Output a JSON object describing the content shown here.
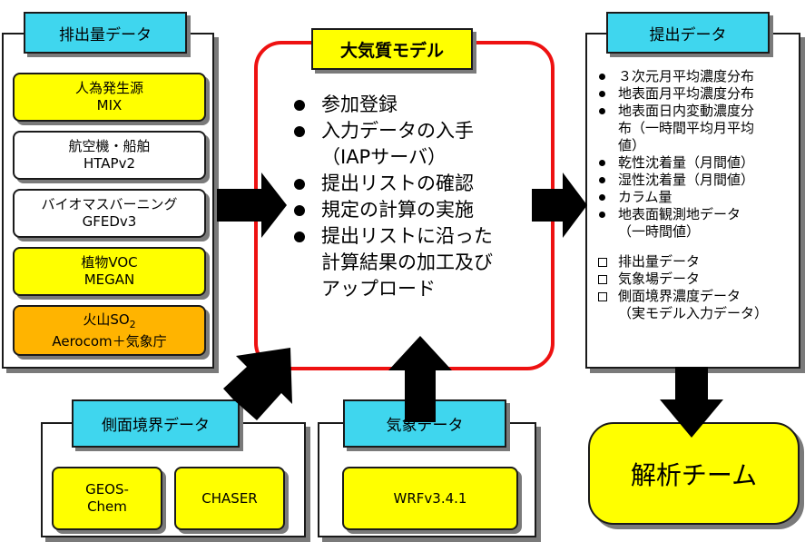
{
  "emission": {
    "header": "排出量データ",
    "items": [
      {
        "line1": "人為発生源",
        "line2": "MIX",
        "color": "#ffff00"
      },
      {
        "line1": "航空機・船舶",
        "line2": "HTAPv2",
        "color": "#ffffff"
      },
      {
        "line1": "バイオマスバーニング",
        "line2": "GFEDv3",
        "color": "#ffffff"
      },
      {
        "line1": "植物VOC",
        "line2": "MEGAN",
        "color": "#ffff00"
      },
      {
        "line1_main": "火山SO",
        "line1_sub": "2",
        "line2": "Aerocom＋気象庁",
        "color": "#ffb400"
      }
    ]
  },
  "model": {
    "header": "大気質モデル",
    "items": [
      {
        "l1": "参加登録"
      },
      {
        "l1": "入力データの入手",
        "l2": "（IAPサーバ）"
      },
      {
        "l1": "提出リストの確認"
      },
      {
        "l1": "規定の計算の実施"
      },
      {
        "l1": "提出リストに沿った",
        "l2": "計算結果の加工及び",
        "l3": "アップロード"
      }
    ]
  },
  "output": {
    "header": "提出データ",
    "bullets": [
      {
        "l1": "３次元月平均濃度分布"
      },
      {
        "l1": "地表面月平均濃度分布"
      },
      {
        "l1": "地表面日内変動濃度分",
        "l2": "布（一時間平均月平均",
        "l3": "値）"
      },
      {
        "l1": "乾性沈着量（月間値）"
      },
      {
        "l1": "湿性沈着量（月間値）"
      },
      {
        "l1": "カラム量"
      },
      {
        "l1": "地表面観測地データ",
        "l2": "（一時間値）"
      }
    ],
    "boxes": [
      {
        "l1": "排出量データ"
      },
      {
        "l1": "気象場データ"
      },
      {
        "l1": "側面境界濃度データ",
        "l2": "（実モデル入力データ）"
      }
    ]
  },
  "boundary": {
    "header": "側面境界データ",
    "items": [
      {
        "line1": "GEOS-",
        "line2": "Chem"
      },
      {
        "line1": "CHASER"
      }
    ]
  },
  "meteorology": {
    "header": "気象データ",
    "items": [
      {
        "line1": "WRFv3.4.1"
      }
    ]
  },
  "analysis": {
    "label": "解析チーム"
  },
  "colors": {
    "header": "#3fd6ee",
    "highlight": "#ffff00",
    "volcano": "#ffb400",
    "model_border": "#ee1111"
  }
}
